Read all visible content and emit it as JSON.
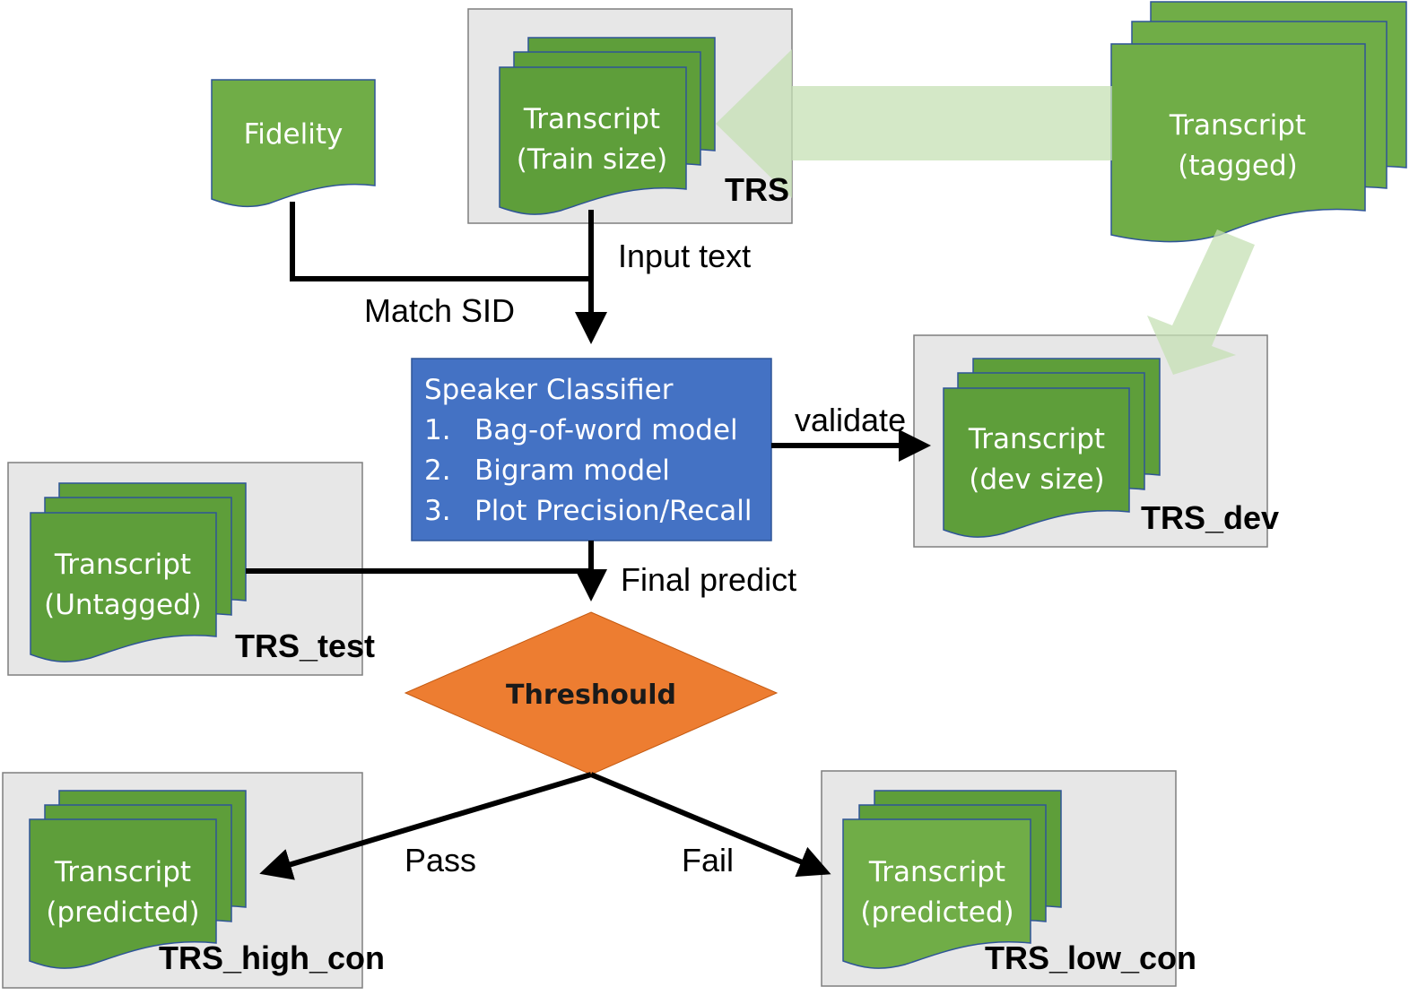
{
  "nodes": {
    "fidelity": {
      "label": "Fidelity"
    },
    "train": {
      "line1": "Transcript",
      "line2": "(Train size)",
      "box_label": "TRS"
    },
    "tagged": {
      "line1": "Transcript",
      "line2": "(tagged)"
    },
    "dev": {
      "line1": "Transcript",
      "line2": "(dev size)",
      "box_label": "TRS_dev"
    },
    "test": {
      "line1": "Transcript",
      "line2": "(Untagged)",
      "box_label": "TRS_test"
    },
    "high": {
      "line1": "Transcript",
      "line2": "(predicted)",
      "box_label": "TRS_high_con"
    },
    "low": {
      "line1": "Transcript",
      "line2": "(predicted)",
      "box_label": "TRS_low_con"
    },
    "classifier": {
      "title": "Speaker Classifier",
      "items": [
        {
          "num": "1.",
          "text": "Bag-of-word model"
        },
        {
          "num": "2.",
          "text": "Bigram model"
        },
        {
          "num": "3.",
          "text": "Plot Precision/Recall"
        }
      ]
    },
    "threshold": {
      "label": "Threshould"
    }
  },
  "edges": {
    "input_text": "Input text",
    "match_sid": "Match SID",
    "validate": "validate",
    "final_predict": "Final predict",
    "pass": "Pass",
    "fail": "Fail"
  },
  "colors": {
    "doc_fill": "#70ad47",
    "doc_stack_fill": "#5e9e3a",
    "doc_border": "#2f5597",
    "gray_box": "#e7e7e7",
    "classifier_fill": "#4472c4",
    "diamond_fill": "#ed7d31",
    "light_arrow": "#c5e0b4"
  }
}
